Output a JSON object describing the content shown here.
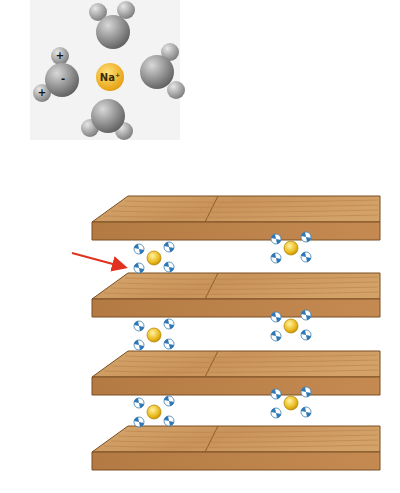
{
  "diagram": {
    "nodes": [
      {
        "text": [
          "Na⁺"
        ]
      }
    ],
    "labels": [
      "+",
      "-",
      "+"
    ]
  }
}
